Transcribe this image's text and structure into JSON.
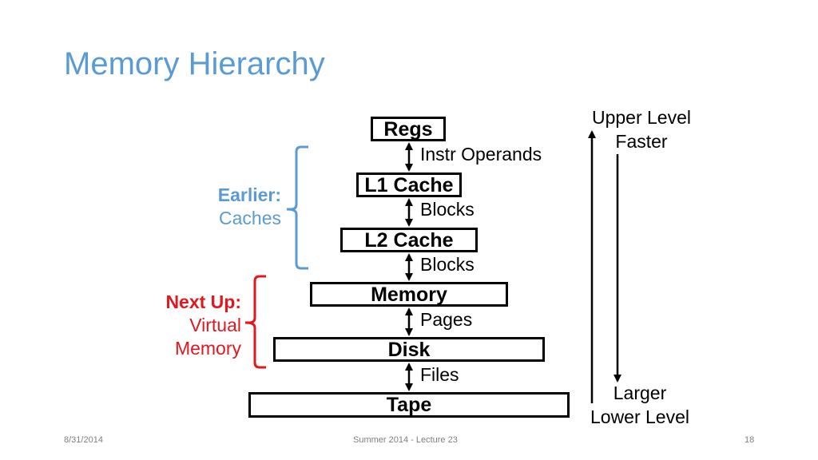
{
  "slide": {
    "title": "Memory Hierarchy"
  },
  "hierarchy": {
    "levels": [
      {
        "label": "Regs"
      },
      {
        "label": "L1 Cache"
      },
      {
        "label": "L2 Cache"
      },
      {
        "label": "Memory"
      },
      {
        "label": "Disk"
      },
      {
        "label": "Tape"
      }
    ],
    "transfers": [
      {
        "label": "Instr Operands"
      },
      {
        "label": "Blocks"
      },
      {
        "label": "Blocks"
      },
      {
        "label": "Pages"
      },
      {
        "label": "Files"
      }
    ]
  },
  "groups": {
    "earlier": {
      "heading": "Earlier:",
      "name": "Caches",
      "color": "#5b9bd5"
    },
    "next_up": {
      "heading": "Next Up:",
      "line1": "Virtual",
      "line2": "Memory",
      "color": "#e0191f"
    }
  },
  "speed_scale": {
    "top_line1": "Upper Level",
    "top_line2": "Faster",
    "bottom_line1": "Larger",
    "bottom_line2": "Lower Level"
  },
  "footer": {
    "date": "8/31/2014",
    "course": "Summer 2014 - Lecture 23",
    "page_number": "18"
  }
}
